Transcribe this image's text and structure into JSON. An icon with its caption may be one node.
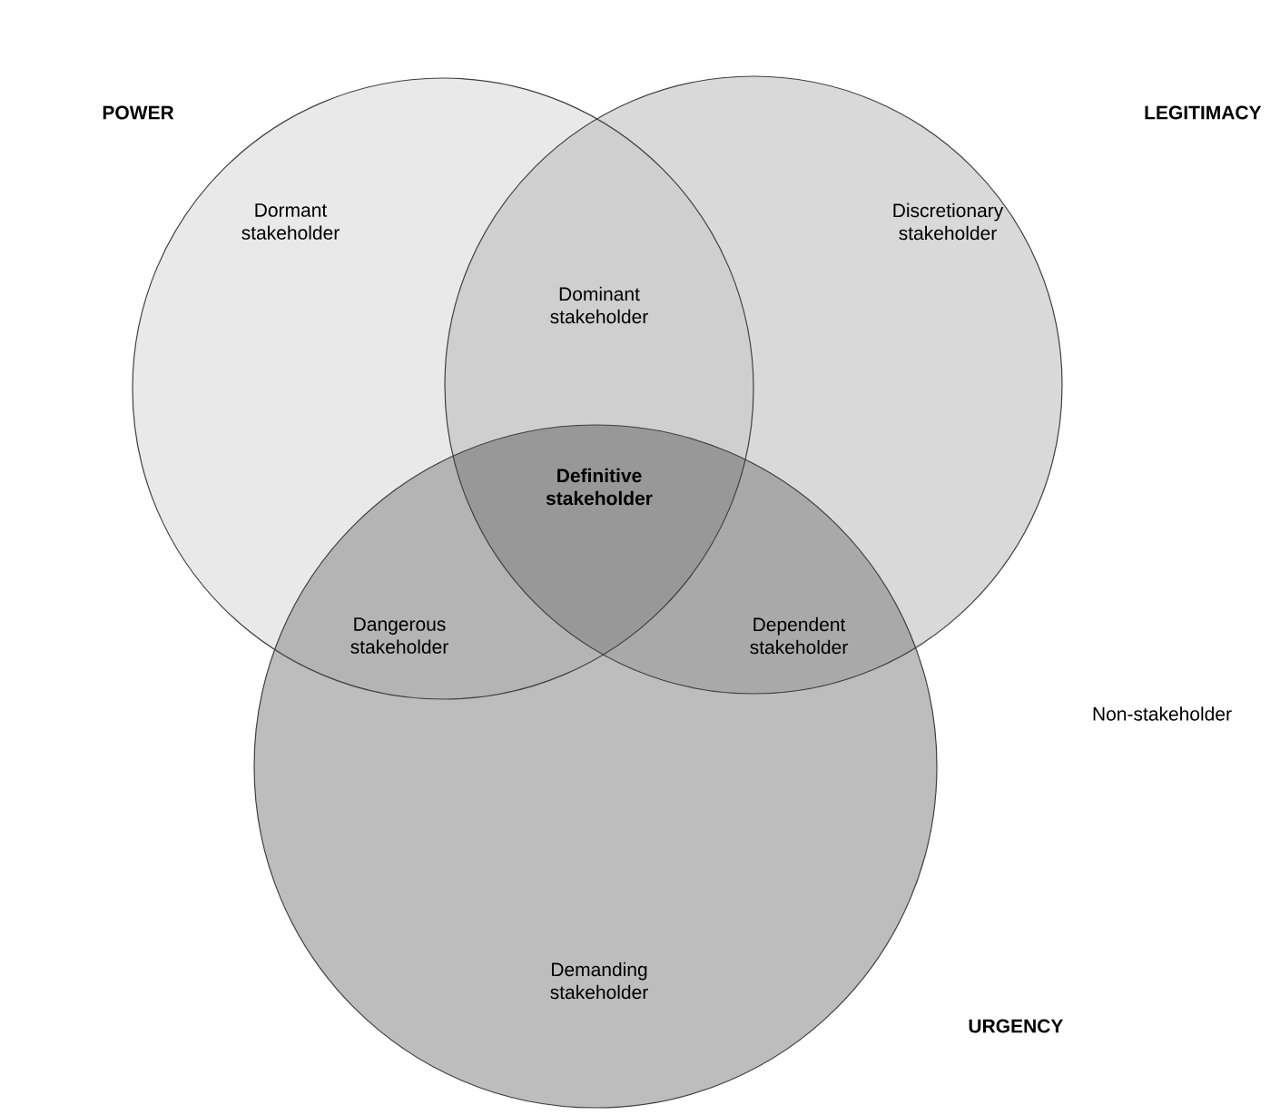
{
  "diagram": {
    "nodes": [
      {
        "text": [
          "POWER",
          "Dormant stakeholder"
        ]
      },
      {
        "text": [
          "LEGITIMACY",
          "Discretionary stakeholder"
        ]
      },
      {
        "text": [
          "URGENCY",
          "Demanding stakeholder"
        ]
      }
    ],
    "labels": [
      "Dominant stakeholder",
      "**Definitive stakeholder**",
      "Dangerous stakeholder",
      "Dependent stakeholder",
      "Non-stakeholder"
    ]
  }
}
